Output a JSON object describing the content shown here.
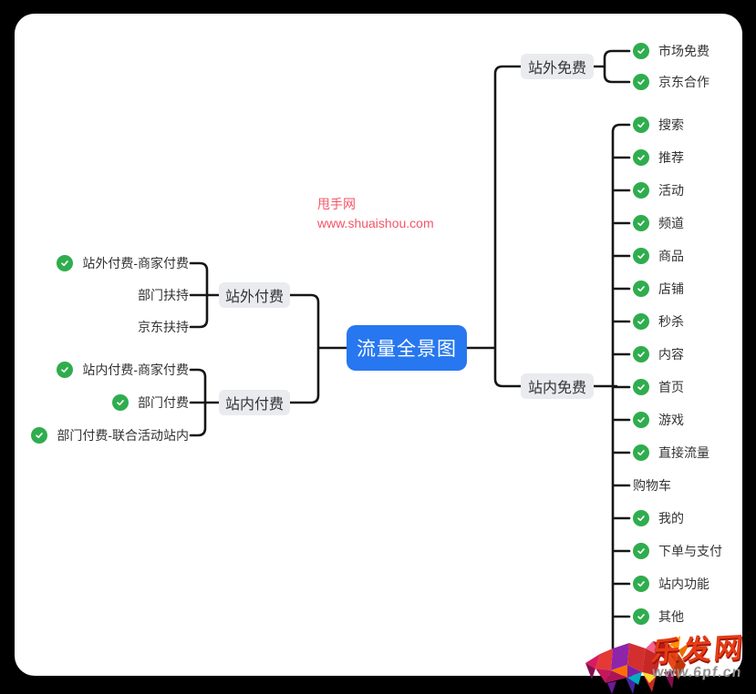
{
  "title": "流量全景图",
  "colors": {
    "frame_bg": "#000000",
    "canvas_bg": "#ffffff",
    "root_bg": "#2777f0",
    "root_text": "#ffffff",
    "node_bg": "#e9ebee",
    "node_text": "#333333",
    "check_green": "#2fad4e",
    "connector": "#161616",
    "watermark_red": "#f45565",
    "corner_site_red": "#e63c15",
    "corner_url_gray": "#939393"
  },
  "root": {
    "label": "流量全景图"
  },
  "left_branches": [
    {
      "label": "站外付费",
      "children": [
        {
          "label": "站外付费-商家付费",
          "checked": true
        },
        {
          "label": "部门扶持",
          "checked": false
        },
        {
          "label": "京东扶持",
          "checked": false
        }
      ]
    },
    {
      "label": "站内付费",
      "children": [
        {
          "label": "站内付费-商家付费",
          "checked": true
        },
        {
          "label": "部门付费",
          "checked": true
        },
        {
          "label": "部门付费-联合活动站内",
          "checked": true
        }
      ]
    }
  ],
  "right_branches": [
    {
      "label": "站外免费",
      "children": [
        {
          "label": "市场免费",
          "checked": true
        },
        {
          "label": "京东合作",
          "checked": true
        }
      ]
    },
    {
      "label": "站内免费",
      "children": [
        {
          "label": "搜索",
          "checked": true
        },
        {
          "label": "推荐",
          "checked": true
        },
        {
          "label": "活动",
          "checked": true
        },
        {
          "label": "频道",
          "checked": true
        },
        {
          "label": "商品",
          "checked": true
        },
        {
          "label": "店铺",
          "checked": true
        },
        {
          "label": "秒杀",
          "checked": true
        },
        {
          "label": "内容",
          "checked": true
        },
        {
          "label": "首页",
          "checked": true
        },
        {
          "label": "游戏",
          "checked": true
        },
        {
          "label": "直接流量",
          "checked": true
        },
        {
          "label": "购物车",
          "checked": false
        },
        {
          "label": "我的",
          "checked": true
        },
        {
          "label": "下单与支付",
          "checked": true
        },
        {
          "label": "站内功能",
          "checked": true
        },
        {
          "label": "其他",
          "checked": true
        }
      ]
    }
  ],
  "watermarks": {
    "center": {
      "site": "甩手网",
      "url": "www.shuaishou.com"
    },
    "corner": {
      "site": "乐发网",
      "url": "www.6pf.cn"
    }
  }
}
